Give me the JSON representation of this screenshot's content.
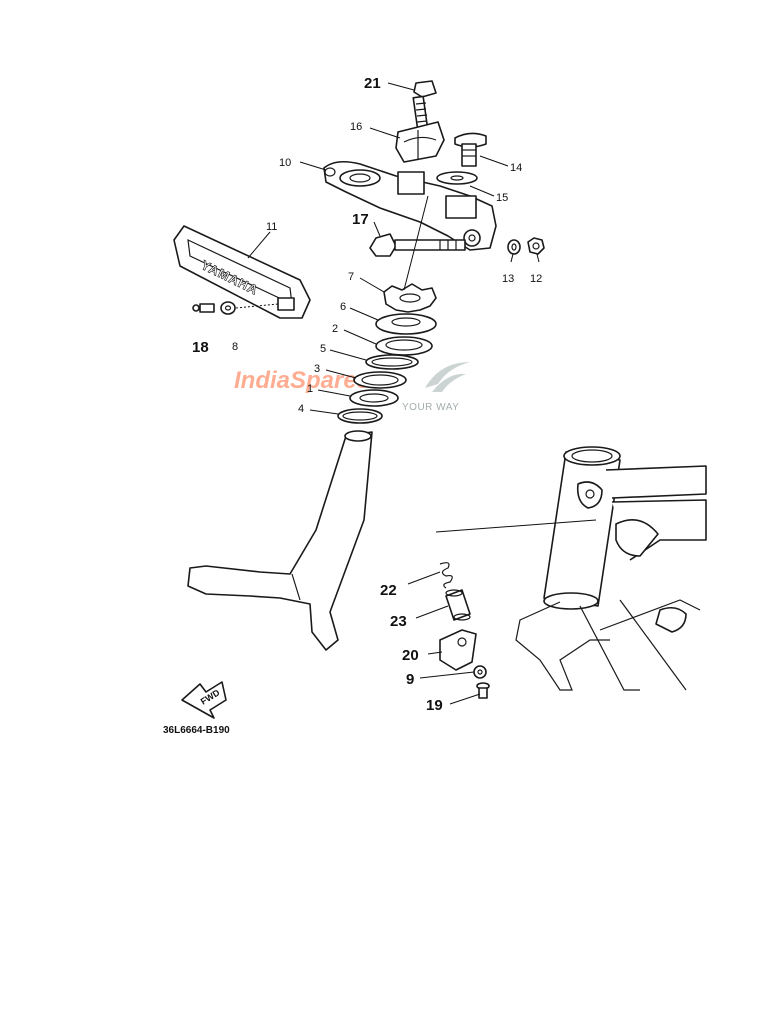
{
  "callouts": {
    "c21": "21",
    "c16": "16",
    "c14": "14",
    "c10": "10",
    "c15": "15",
    "c17": "17",
    "c13": "13",
    "c12": "12",
    "c11": "11",
    "c7": "7",
    "c6": "6",
    "c2": "2",
    "c5": "5",
    "c3": "3",
    "c1": "1",
    "c4": "4",
    "c18": "18",
    "c8": "8",
    "c22": "22",
    "c23": "23",
    "c20": "20",
    "c9": "9",
    "c19": "19"
  },
  "emblem_text": "YAMAHA",
  "fwd_label": "FWD",
  "figure_code": "36L6664-B190",
  "watermark": {
    "brand": "IndiaSpares",
    "tagline": "YOUR WAY",
    "colors": {
      "brand": "#ff6b3a",
      "tagline": "#7a8a8a"
    }
  },
  "colors": {
    "ink": "#1a1a1a",
    "paper": "#ffffff"
  }
}
